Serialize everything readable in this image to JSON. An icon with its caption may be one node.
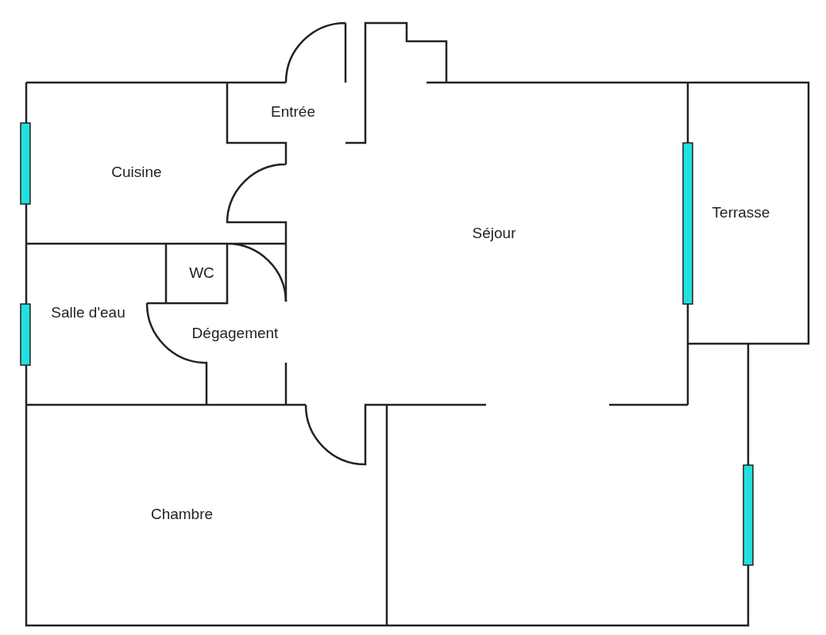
{
  "diagram": {
    "labels": [
      "Entrée",
      "Cuisine",
      "Séjour",
      "Terrasse",
      "WC",
      "Salle d'eau",
      "Dégagement",
      "Chambre"
    ]
  }
}
